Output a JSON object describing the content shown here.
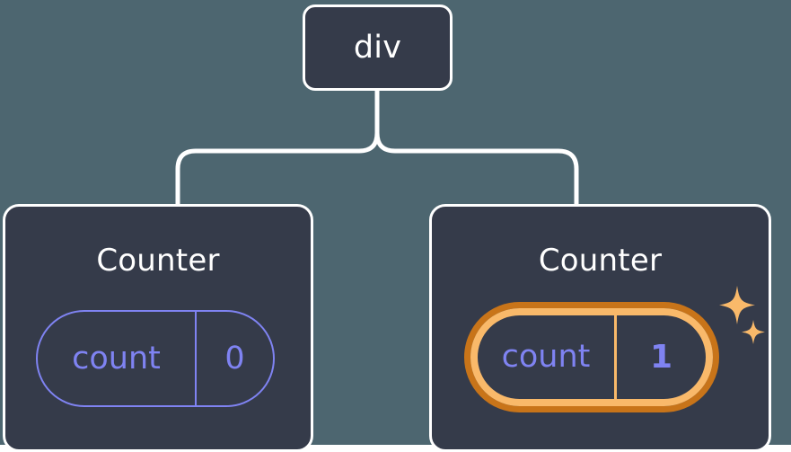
{
  "diagram": {
    "title": "react-component-tree-with-state",
    "background_color": "#4d6670",
    "node_fill": "#353b4a",
    "node_stroke": "#ffffff",
    "edge_color": "#ffffff",
    "accent_purple": "#7f83f2",
    "highlight_outer": "#c87419",
    "highlight_inner": "#f9b96a"
  },
  "root": {
    "label": "div"
  },
  "children": [
    {
      "label": "Counter",
      "state": {
        "key": "count",
        "value": "0",
        "highlighted": false
      }
    },
    {
      "label": "Counter",
      "state": {
        "key": "count",
        "value": "1",
        "highlighted": true
      },
      "sparkle_count": 2
    }
  ]
}
